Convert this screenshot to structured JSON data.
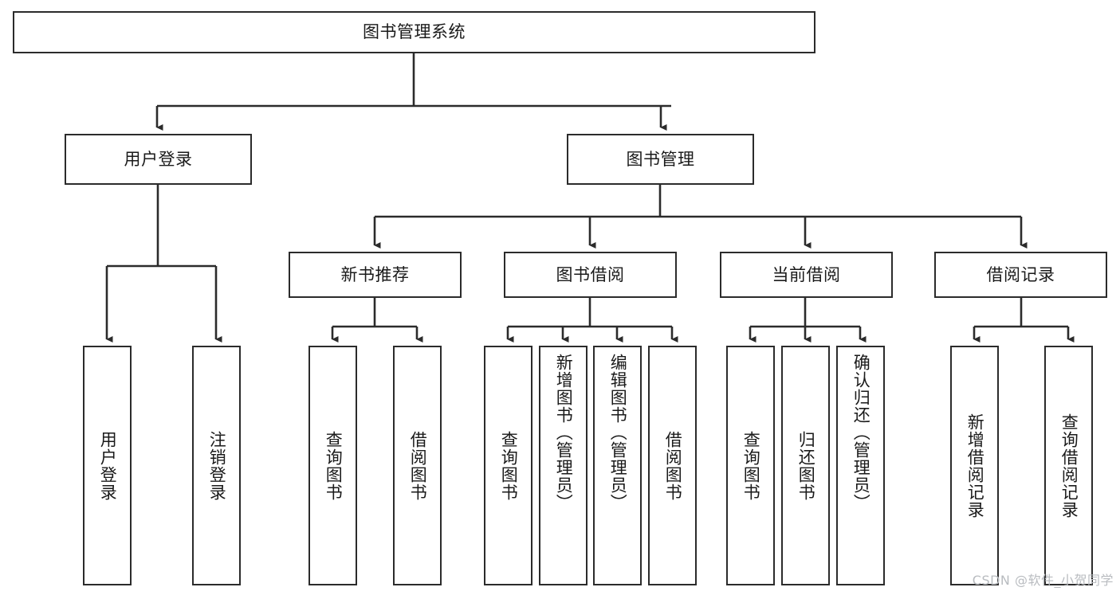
{
  "diagram": {
    "title": "图书管理系统",
    "type": "tree-hierarchy-diagram",
    "colors": {
      "box_border": "#2b2b2b",
      "box_fill": "#ffffff",
      "connector": "#2b2b2b",
      "text": "#1a1a1a",
      "watermark": "#b9bcc0",
      "background": "#ffffff"
    },
    "root": {
      "label": "图书管理系统"
    },
    "level2": [
      {
        "label": "用户登录"
      },
      {
        "label": "图书管理"
      }
    ],
    "level3": [
      {
        "label": "新书推荐"
      },
      {
        "label": "图书借阅"
      },
      {
        "label": "当前借阅"
      },
      {
        "label": "借阅记录"
      }
    ],
    "leaves": {
      "user_login": [
        {
          "label": "用户登录"
        },
        {
          "label": "注销登录"
        }
      ],
      "new_book_recommend": [
        {
          "label": "查询图书"
        },
        {
          "label": "借阅图书"
        }
      ],
      "book_borrow": [
        {
          "label": "查询图书"
        },
        {
          "label": "新增图书（管理员）"
        },
        {
          "label": "编辑图书（管理员）"
        },
        {
          "label": "借阅图书"
        }
      ],
      "current_borrow": [
        {
          "label": "查询图书"
        },
        {
          "label": "归还图书"
        },
        {
          "label": "确认归还（管理员）"
        }
      ],
      "borrow_record": [
        {
          "label": "新增借阅记录"
        },
        {
          "label": "查询借阅记录"
        }
      ]
    }
  },
  "watermark": {
    "text": "CSDN @软件_小贺同学"
  }
}
